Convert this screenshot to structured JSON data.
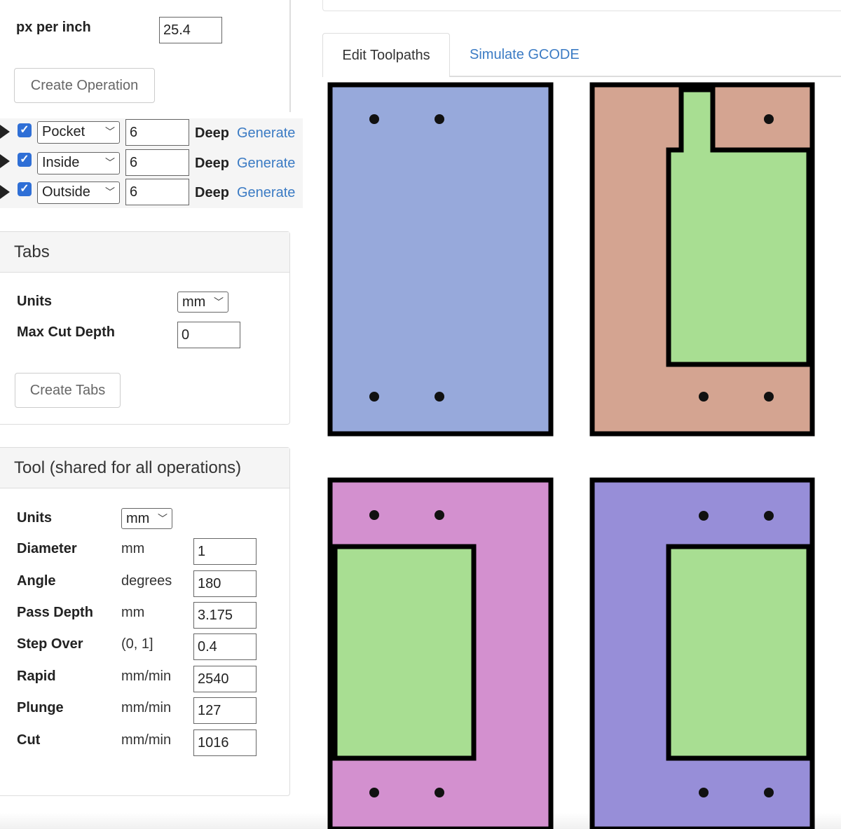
{
  "settings": {
    "px_per_inch_label": "px per inch",
    "px_per_inch_value": "25.4",
    "create_operation_label": "Create Operation"
  },
  "operations": [
    {
      "type": "Pocket",
      "depth": "6",
      "deep_label": "Deep",
      "generate_label": "Generate"
    },
    {
      "type": "Inside",
      "depth": "6",
      "deep_label": "Deep",
      "generate_label": "Generate"
    },
    {
      "type": "Outside",
      "depth": "6",
      "deep_label": "Deep",
      "generate_label": "Generate"
    }
  ],
  "tabs_panel": {
    "title": "Tabs",
    "units_label": "Units",
    "units_value": "mm",
    "max_cut_depth_label": "Max Cut Depth",
    "max_cut_depth_value": "0",
    "create_tabs_label": "Create Tabs"
  },
  "tool_panel": {
    "title": "Tool (shared for all operations)",
    "units_label": "Units",
    "units_value": "mm",
    "params": [
      {
        "label": "Diameter",
        "unit": "mm",
        "value": "1"
      },
      {
        "label": "Angle",
        "unit": "degrees",
        "value": "180"
      },
      {
        "label": "Pass Depth",
        "unit": "mm",
        "value": "3.175"
      },
      {
        "label": "Step Over",
        "unit": "(0, 1]",
        "value": "0.4"
      },
      {
        "label": "Rapid",
        "unit": "mm/min",
        "value": "2540"
      },
      {
        "label": "Plunge",
        "unit": "mm/min",
        "value": "127"
      },
      {
        "label": "Cut",
        "unit": "mm/min",
        "value": "1016"
      }
    ]
  },
  "view_tabs": {
    "edit_label": "Edit Toolpaths",
    "simulate_label": "Simulate GCODE"
  },
  "colors": {
    "blue_part": "#97a9db",
    "salmon_part": "#d4a491",
    "pink_part": "#d390cf",
    "purple_part": "#978ed8",
    "green_region": "#a8de92",
    "link": "#3b7bc4"
  }
}
